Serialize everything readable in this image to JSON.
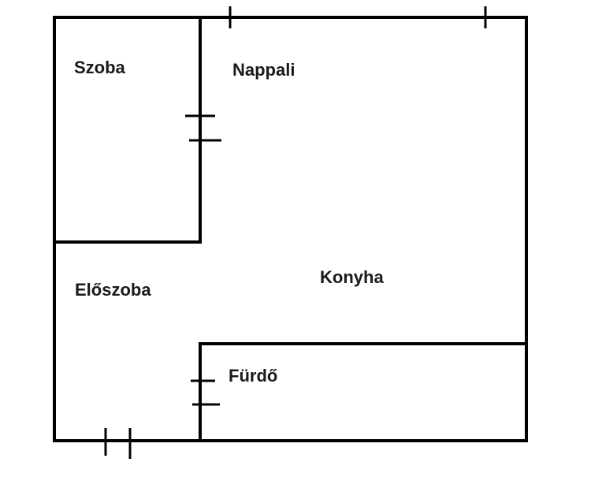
{
  "rooms": {
    "szoba": "Szoba",
    "nappali": "Nappali",
    "eloszoba": "Előszoba",
    "konyha": "Konyha",
    "furdo": "Fürdő"
  },
  "colors": {
    "wall": "#000000",
    "label": "#1a1a1a",
    "background": "#ffffff"
  }
}
